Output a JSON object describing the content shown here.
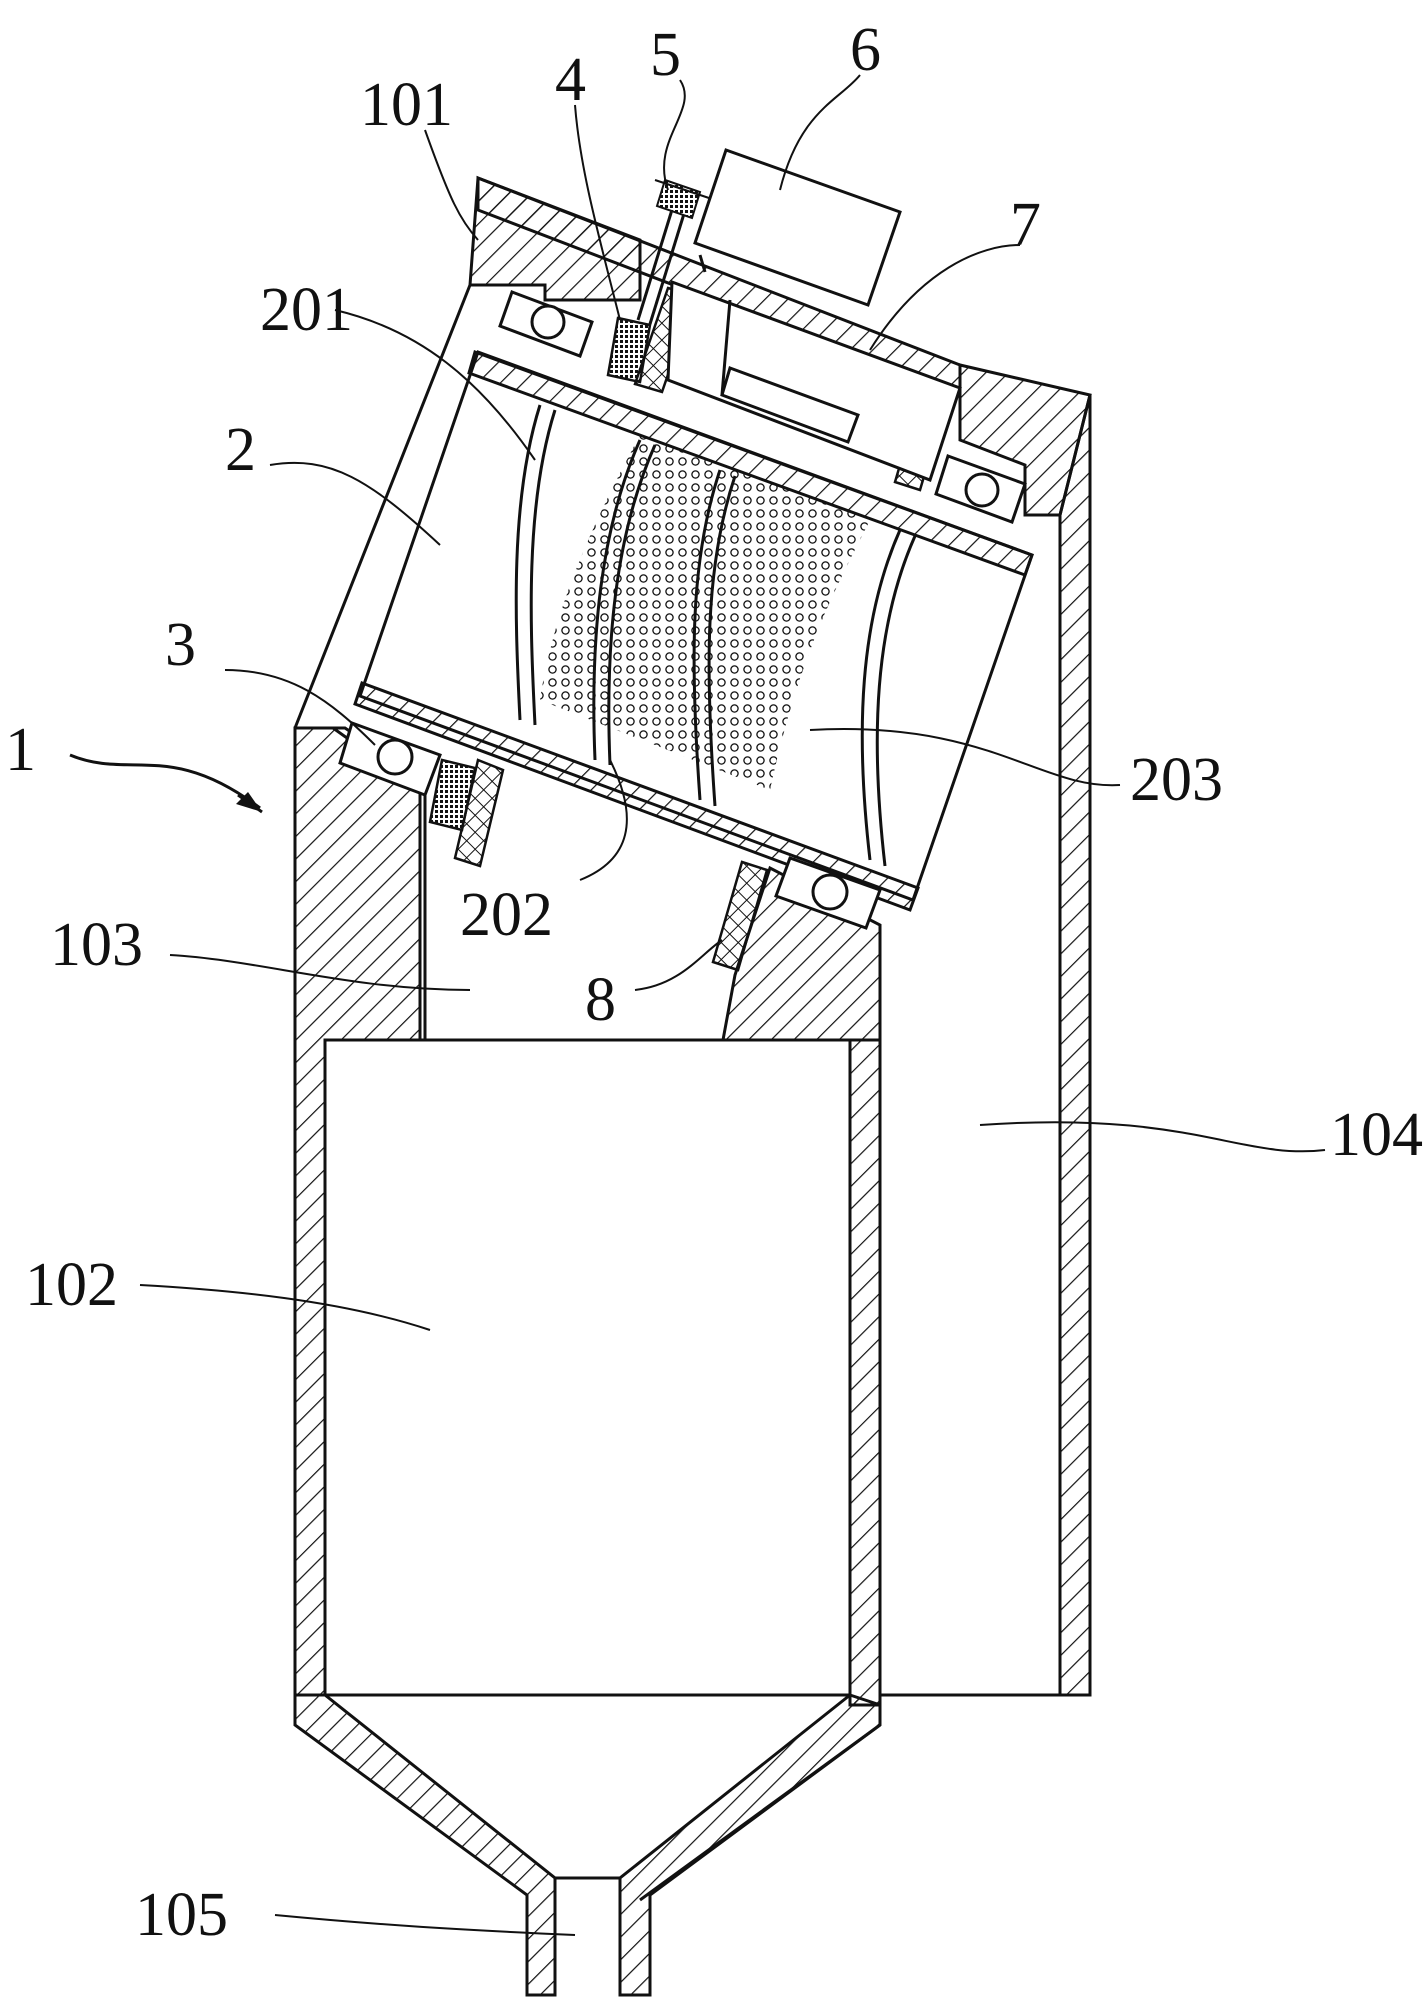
{
  "labels": {
    "l1": "1",
    "l101": "101",
    "l102": "102",
    "l103": "103",
    "l104": "104",
    "l105": "105",
    "l2": "2",
    "l201": "201",
    "l202": "202",
    "l203": "203",
    "l3": "3",
    "l4": "4",
    "l5": "5",
    "l6": "6",
    "l7": "7",
    "l8": "8"
  },
  "colors": {
    "stroke": "#111111",
    "background": "#ffffff"
  }
}
